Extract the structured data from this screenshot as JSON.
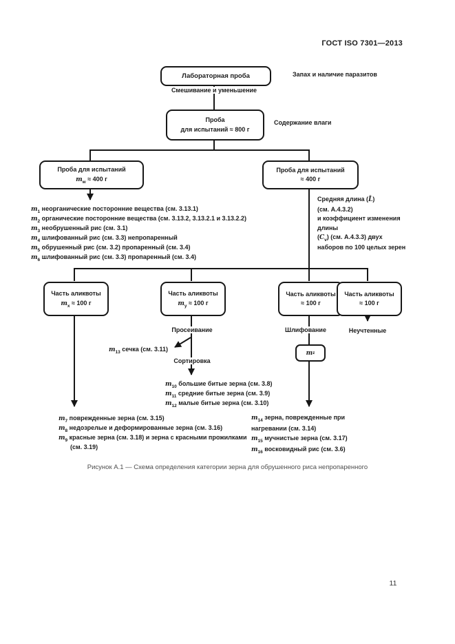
{
  "header": {
    "title": "ГОСТ ISO 7301—2013"
  },
  "caption": "Рисунок А.1 — Схема определения категории зерна для обрушенного риса непропаренного",
  "page_number": "11",
  "notes": {
    "smell": "Запах и наличие паразитов",
    "mixing": "Смешивание и уменьшение",
    "moisture": "Содержание влаги",
    "sieving": "Просеивание",
    "sorting": "Сортировка",
    "milling": "Шлифование",
    "unaccounted": "Неучтенные"
  },
  "boxes": {
    "lab_sample": {
      "label": "Лабораторная проба"
    },
    "test_sample": {
      "line1": "Проба",
      "line2": "для испытаний ≈ 800 г"
    },
    "portion_w": {
      "line1": "Проба для испытаний",
      "sym": "m",
      "sub": "w",
      "rest": " ≈ 400 г"
    },
    "portion_400": {
      "line1": "Проба для испытаний",
      "line2": "≈ 400 г"
    },
    "aliquot_x": {
      "line1": "Часть аликвоты",
      "sym": "m",
      "sub": "x",
      "rest": " ≈ 100 г"
    },
    "aliquot_y": {
      "line1": "Часть аликвоты",
      "sym": "m",
      "sub": "y",
      "rest": " ≈ 100 г"
    },
    "aliquot_3": {
      "line1": "Часть аликвоты",
      "line2": "≈ 100 г"
    },
    "aliquot_4": {
      "line1": "Часть аликвоты",
      "line2": "≈ 100 г"
    },
    "mz": {
      "sym": "m",
      "sub": "z"
    }
  },
  "length_note": {
    "l1_pre": "Средняя длина (",
    "l1_sym": "L̄",
    "l1_post": ")",
    "l2": "(см. А.4.3.2)",
    "l3": "и коэффициент изменения",
    "l4": "длины",
    "l5_pre": "(",
    "l5_sym": "C",
    "l5_sub": "v",
    "l5_post": ") (см. А.4.3.3) двух",
    "l6": "наборов по 100 целых зерен"
  },
  "m13": {
    "sym": "m",
    "sub": "13",
    "text": " сечка (см. 3.11)"
  },
  "lists": {
    "impurities": [
      {
        "sym": "m",
        "sub": "1",
        "text": " неорганические посторонние вещества (см. 3.13.1)"
      },
      {
        "sym": "m",
        "sub": "2",
        "text": " органические посторонние вещества (см. 3.13.2, 3.13.2.1 и 3.13.2.2)"
      },
      {
        "sym": "m",
        "sub": "3",
        "text": " необрушенный рис (см. 3.1)"
      },
      {
        "sym": "m",
        "sub": "4",
        "text": " шлифованный рис (см. 3.3) непропаренный"
      },
      {
        "sym": "m",
        "sub": "5",
        "text": " обрушенный рис (см. 3.2) пропаренный (см. 3.4)"
      },
      {
        "sym": "m",
        "sub": "6",
        "text": " шлифованный рис (см. 3.3) пропаренный (см. 3.4)"
      }
    ],
    "damaged": [
      {
        "sym": "m",
        "sub": "7",
        "text": " поврежденные зерна (см. 3.15)"
      },
      {
        "sym": "m",
        "sub": "8",
        "text": " недозрелые и деформированные зерна (см. 3.16)"
      },
      {
        "sym": "m",
        "sub": "9",
        "text": " красные зерна (см. 3.18) и зерна с красными прожилками (см. 3.19)"
      }
    ],
    "broken": [
      {
        "sym": "m",
        "sub": "10",
        "text": " большие битые зерна (см. 3.8)"
      },
      {
        "sym": "m",
        "sub": "11",
        "text": " средние битые зерна (см. 3.9)"
      },
      {
        "sym": "m",
        "sub": "12",
        "text": " малые битые зерна (см. 3.10)"
      }
    ],
    "heat": [
      {
        "sym": "m",
        "sub": "14",
        "text": " зерна, поврежденные при нагревании (см. 3.14)"
      },
      {
        "sym": "m",
        "sub": "15",
        "text": " мучнистые зерна (см. 3.17)"
      },
      {
        "sym": "m",
        "sub": "16",
        "text": " восковидный рис (см. 3.6)"
      }
    ]
  }
}
